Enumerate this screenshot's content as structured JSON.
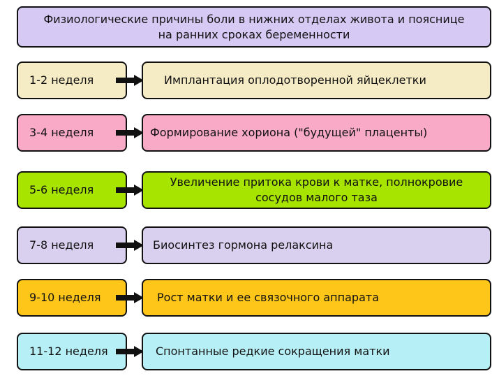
{
  "title": {
    "line1": "Физиологические причины боли в нижних отделах живота и пояснице",
    "line2": "на ранних сроках беременности"
  },
  "rows": [
    {
      "week": "1-2 неделя",
      "desc": "Имплантация оплодотворенной яйцеклетки",
      "color": "#f5ebc4"
    },
    {
      "week": "3-4 неделя",
      "desc": "Формирование хориона (\"будущей\" плаценты)",
      "color": "#f8aac6"
    },
    {
      "week": "5-6 неделя",
      "desc_line1": "Увеличение притока крови к матке, полнокровие",
      "desc_line2": "сосудов малого таза",
      "color": "#a7e400"
    },
    {
      "week": "7-8 неделя",
      "desc": "Биосинтез гормона релаксина",
      "color": "#d8d0ee"
    },
    {
      "week": "9-10 неделя",
      "desc": "Рост матки и ее связочного аппарата",
      "color": "#ffc61a"
    },
    {
      "week": "11-12 неделя",
      "desc": "Спонтанные редкие сокращения матки",
      "color": "#b7eff6"
    }
  ],
  "colors": {
    "title_bg": "#d6c9f4",
    "border": "#111111",
    "arrow": "#111111"
  }
}
